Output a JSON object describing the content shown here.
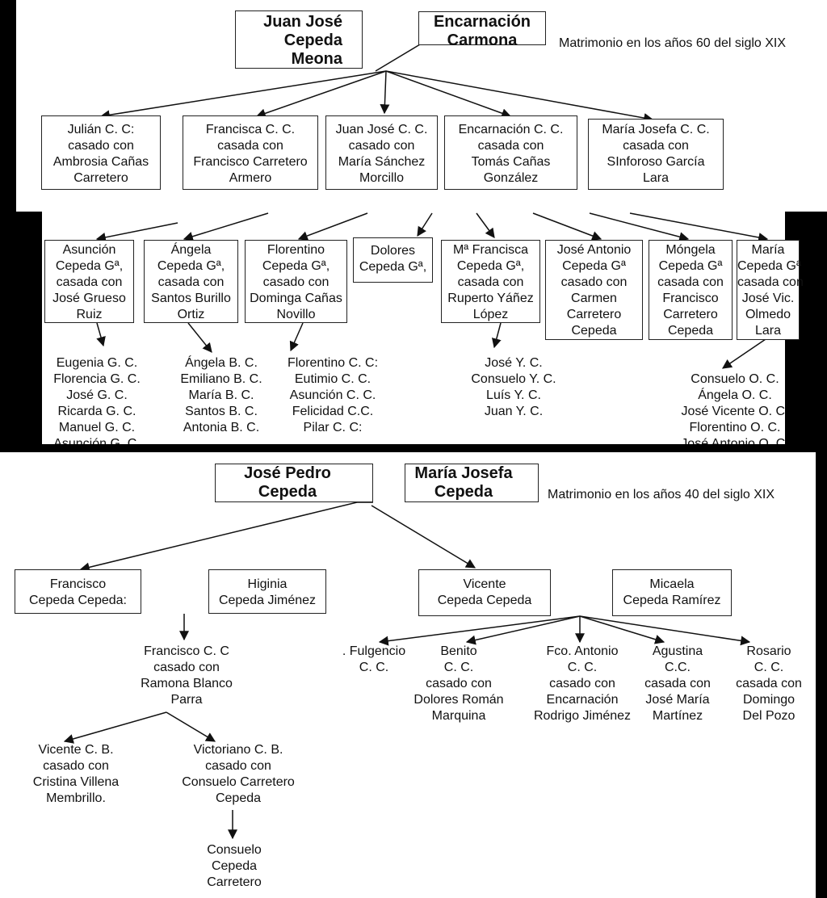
{
  "colors": {
    "background": "#000000",
    "panel": "#ffffff",
    "ink": "#111111"
  },
  "family1": {
    "parent_a": [
      "Juan José",
      "Cepeda",
      "Meona"
    ],
    "parent_b": [
      "Encarnación",
      "Carmona"
    ],
    "note": "Matrimonio en los años 60 del siglo XIX",
    "children": [
      [
        "Julián C. C:",
        "casado con",
        "Ambrosia Cañas",
        "Carretero"
      ],
      [
        "Francisca C. C.",
        "casada con",
        "Francisco Carretero",
        "Armero"
      ],
      [
        "Juan José C. C.",
        "casado con",
        "María Sánchez",
        "Morcillo"
      ],
      [
        "Encarnación C. C.",
        "casada con",
        "Tomás Cañas",
        "González"
      ],
      [
        "María Josefa C. C.",
        "casada con",
        "SInforoso García",
        "Lara"
      ]
    ],
    "grandchildren": [
      [
        "Asunción",
        "Cepeda Gª,",
        "casada con",
        "José Grueso",
        "Ruiz"
      ],
      [
        "Ángela",
        "Cepeda Gª,",
        "casada con",
        "Santos Burillo",
        "Ortiz"
      ],
      [
        "Florentino",
        "Cepeda Gª,",
        "casado con",
        "Dominga Cañas",
        "Novillo"
      ],
      [
        "Dolores",
        "Cepeda Gª,"
      ],
      [
        "Mª Francisca",
        "Cepeda Gª,",
        "casada con",
        "Ruperto Yáñez",
        "López"
      ],
      [
        "José Antonio",
        "Cepeda Gª",
        "casado con",
        "Carmen",
        "Carretero",
        "Cepeda"
      ],
      [
        "Móngela",
        "Cepeda Gª",
        "casada con",
        "Francisco",
        "Carretero",
        "Cepeda"
      ],
      [
        "María",
        "Cepeda Gª",
        "casada con",
        "José Vic.",
        "Olmedo",
        "Lara"
      ]
    ],
    "descendants": [
      [
        "Eugenia G. C.",
        "Florencia G. C.",
        "José G. C.",
        "Ricarda G. C.",
        "Manuel G. C.",
        "Asunción G. C."
      ],
      [
        "Ángela B. C.",
        "Emiliano B. C.",
        "María B. C.",
        "Santos B. C.",
        "Antonia B. C."
      ],
      [
        "Florentino C. C:",
        "Eutimio C. C.",
        "Asunción C. C.",
        "Felicidad C.C.",
        "Pilar C. C:"
      ],
      [
        "José Y. C.",
        "Consuelo Y. C.",
        "Luís Y. C.",
        "Juan Y. C."
      ],
      [
        "Consuelo O. C.",
        "Ángela O. C.",
        "José Vicente O. C.",
        "Florentino O. C.",
        "José Antonio O. C."
      ]
    ]
  },
  "family2": {
    "parent_a": [
      "José Pedro",
      "Cepeda"
    ],
    "parent_b": [
      "María Josefa",
      "Cepeda"
    ],
    "note": "Matrimonio en los años 40 del siglo XIX",
    "couple1": {
      "a": [
        "Francisco",
        "Cepeda Cepeda:"
      ],
      "b": [
        "Higinia",
        "Cepeda Jiménez"
      ]
    },
    "couple2": {
      "a": [
        "Vicente",
        "Cepeda Cepeda"
      ],
      "b": [
        "Micaela",
        "Cepeda Ramírez"
      ]
    },
    "francisco_son": [
      "Francisco C. C",
      "casado con",
      "Ramona Blanco",
      "Parra"
    ],
    "francisco_grandsons": [
      [
        "Vicente C. B.",
        "casado con",
        "Cristina Villena",
        "Membrillo."
      ],
      [
        "Victoriano C. B.",
        "casado con",
        "Consuelo Carretero",
        "Cepeda"
      ]
    ],
    "great_grandchild": [
      "Consuelo",
      "Cepeda",
      "Carretero"
    ],
    "vicente_children": [
      [
        ". Fulgencio",
        "C. C."
      ],
      [
        "Benito",
        "C. C.",
        "casado con",
        "Dolores Román",
        "Marquina"
      ],
      [
        "Fco. Antonio",
        "C. C.",
        "casado con",
        "Encarnación",
        "Rodrigo Jiménez"
      ],
      [
        "Agustina",
        "C.C.",
        "casada con",
        "José María",
        "Martínez"
      ],
      [
        "Rosario",
        "C. C.",
        "casada con",
        "Domingo",
        "Del Pozo"
      ]
    ]
  }
}
